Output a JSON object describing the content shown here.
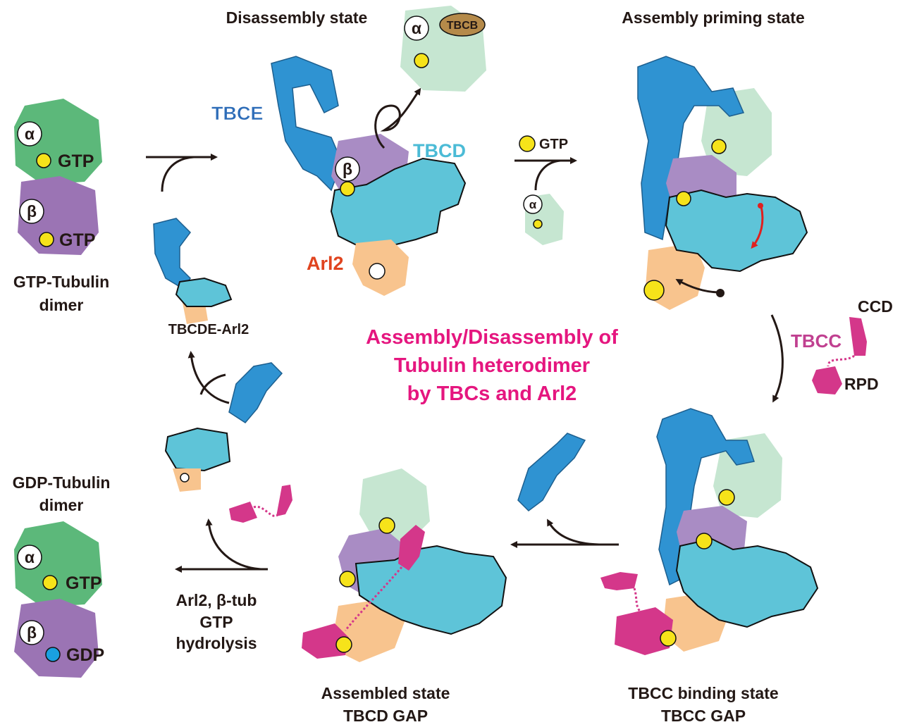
{
  "states": {
    "disassembly": "Disassembly state",
    "priming": "Assembly priming state",
    "assembled_1": "Assembled state",
    "assembled_2": "TBCD GAP",
    "tbcc_binding_1": "TBCC binding state",
    "tbcc_binding_2": "TBCC GAP"
  },
  "gtp_dimer": {
    "alpha": "α",
    "beta": "β",
    "alpha_nuc": "GTP",
    "beta_nuc": "GTP",
    "label_1": "GTP-Tubulin",
    "label_2": "dimer"
  },
  "gdp_dimer": {
    "alpha": "α",
    "beta": "β",
    "alpha_nuc": "GTP",
    "beta_nuc": "GDP",
    "label_1": "GDP-Tubulin",
    "label_2": "dimer"
  },
  "proteins": {
    "tbce": "TBCE",
    "tbcd": "TBCD",
    "arl2": "Arl2",
    "tbcb": "TBCB",
    "tbcc": "TBCC",
    "ccd": "CCD",
    "rpd": "RPD",
    "complex": "TBCDE-Arl2",
    "beta": "β",
    "alpha": "α"
  },
  "gtp_input": "GTP",
  "hydrolysis": [
    "Arl2, β-tub",
    "GTP",
    "hydrolysis"
  ],
  "title": [
    "Assembly/Disassembly of",
    "Tubulin heterodimer",
    "by TBCs and Arl2"
  ],
  "colors": {
    "title": "#e5167f",
    "tbce": "#2e6db8",
    "tbcd": "#4bbbd6",
    "arl2": "#e0441f",
    "tbcc": "#c04090",
    "tbcb": "#b58a4a"
  }
}
